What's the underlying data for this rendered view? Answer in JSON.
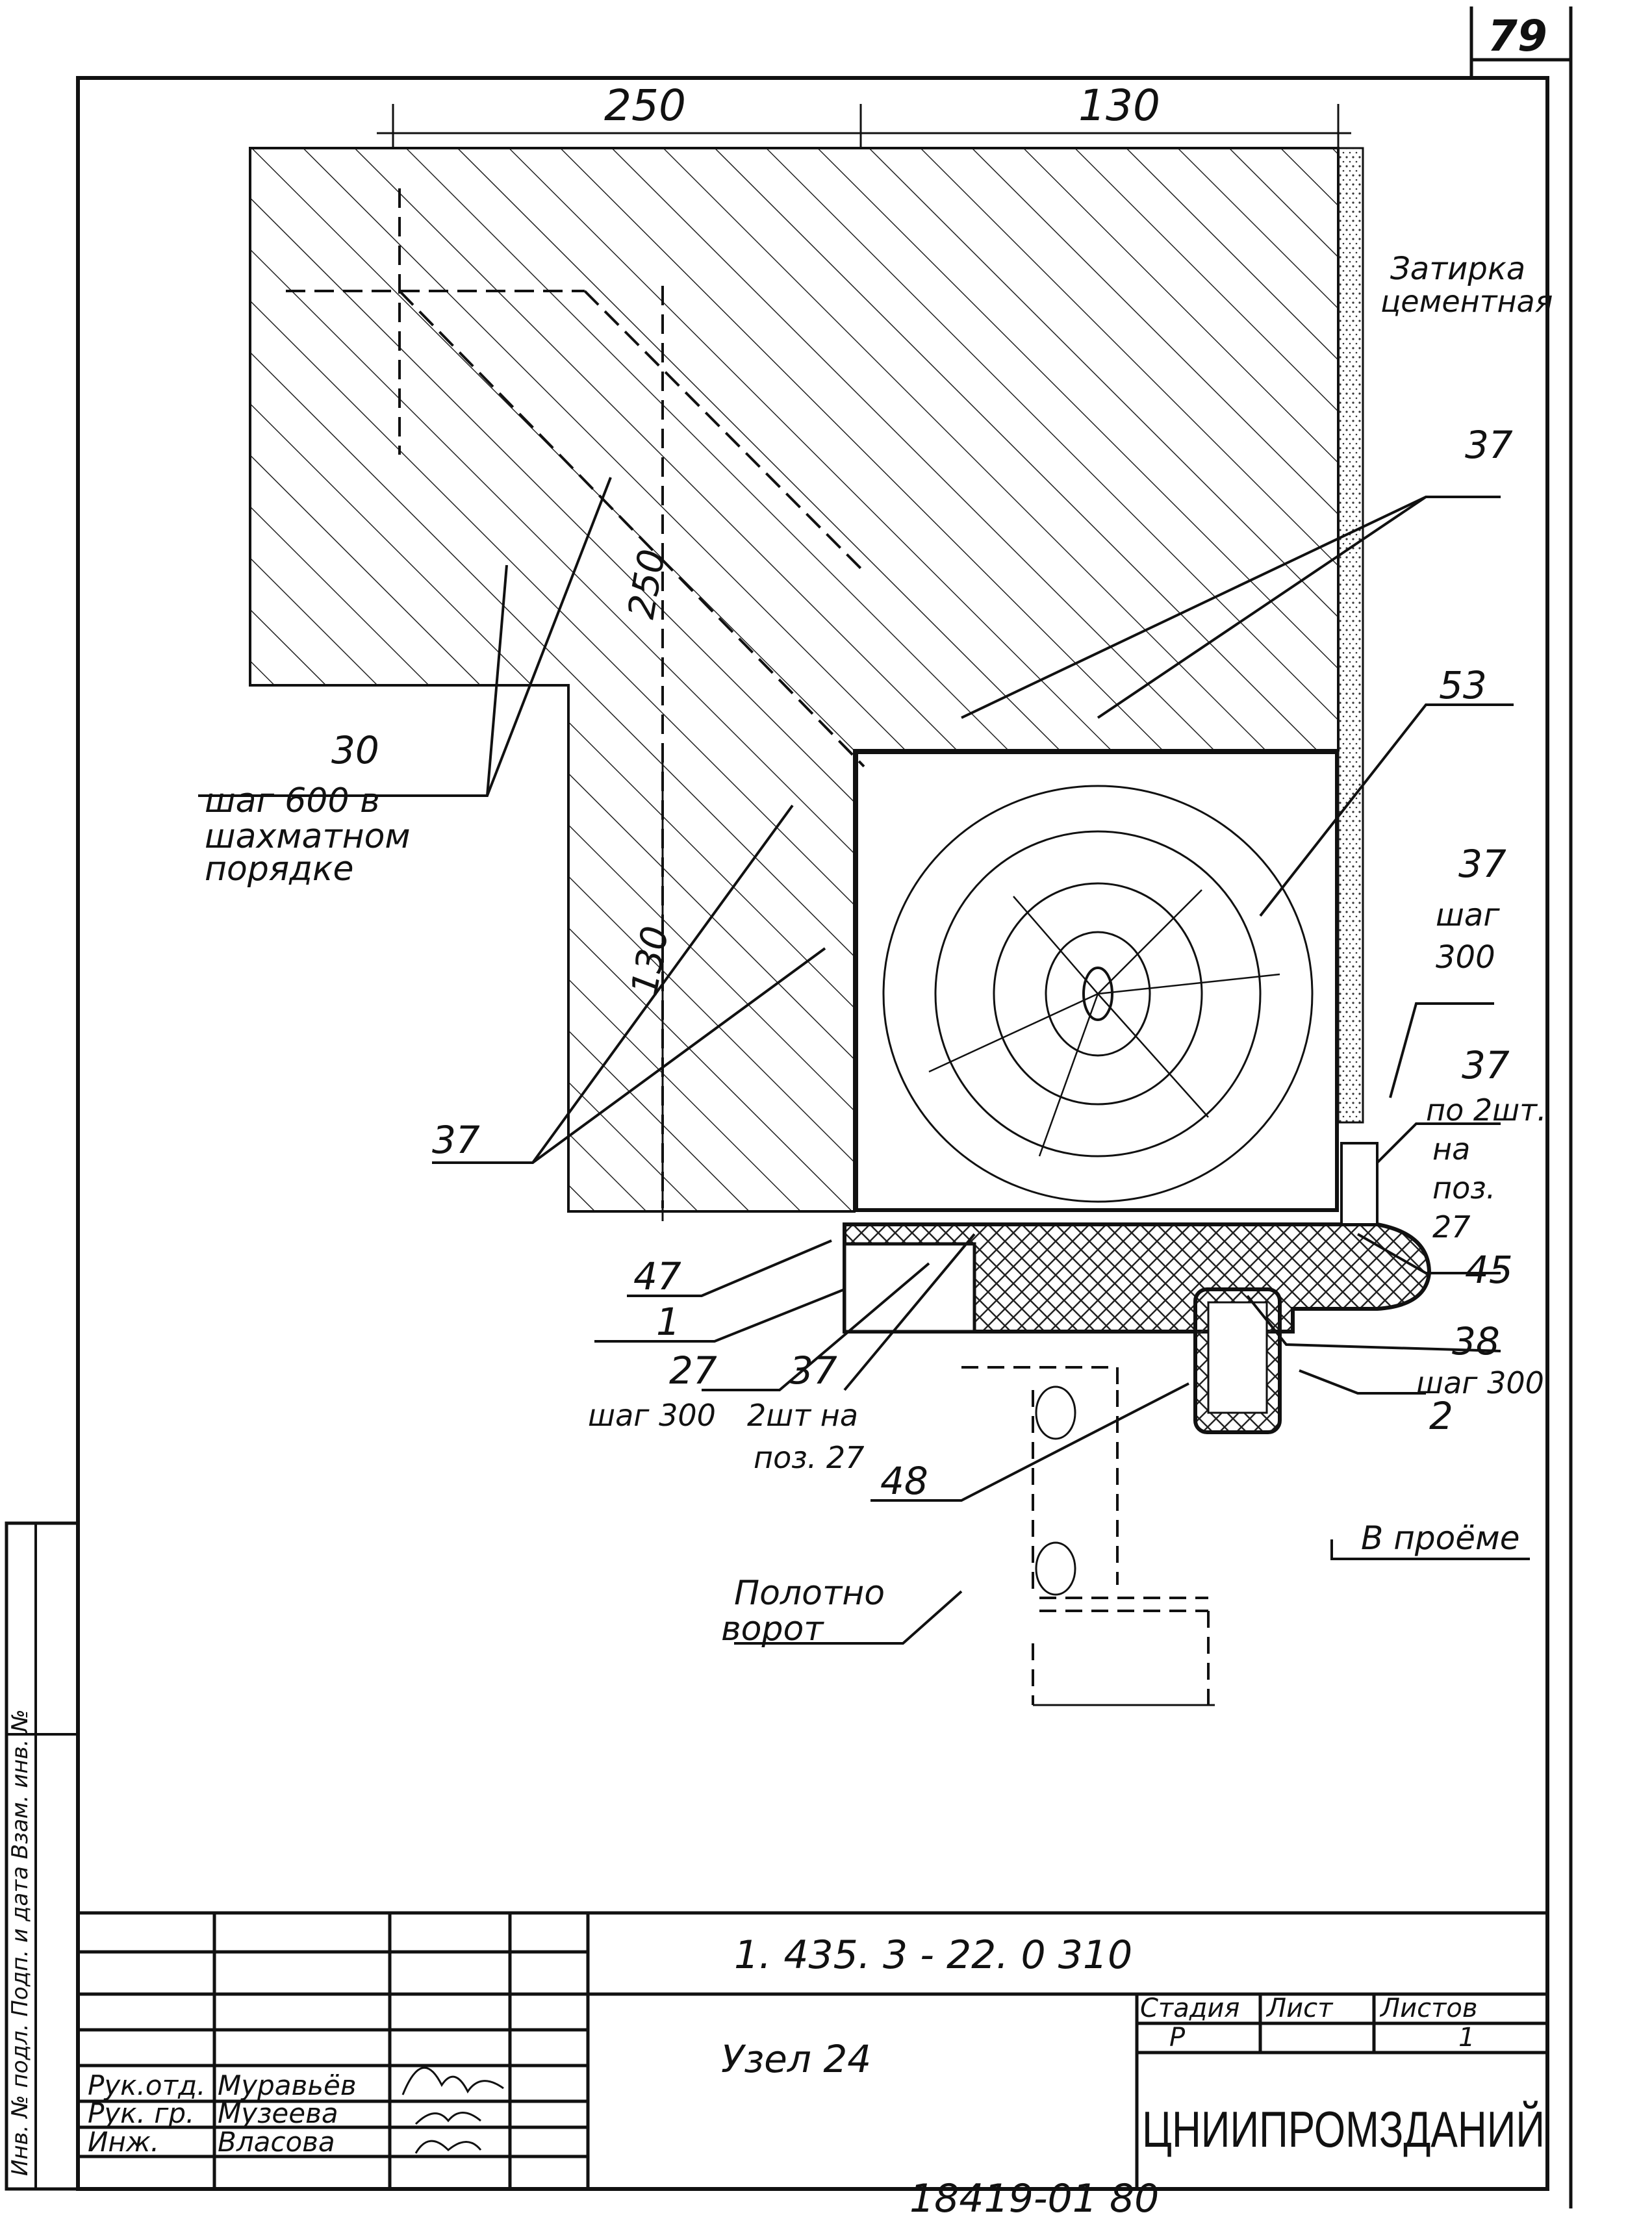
{
  "sheet": {
    "page_number": "79",
    "bottom_code": "18419-01  80"
  },
  "dimensions": {
    "top_left": "250",
    "top_right": "130",
    "diag_250": "250",
    "vert_130": "130"
  },
  "callouts": {
    "zatirka_line1": "Затирка",
    "zatirka_line2": "цементная",
    "c37_top": "37",
    "c53": "53",
    "c37_shag300_num": "37",
    "c37_shag300_txt1": "шаг",
    "c37_shag300_txt2": "300",
    "c37_2sht_num": "37",
    "c37_2sht_txt1": "по 2шт.",
    "c37_2sht_txt2": "на",
    "c37_2sht_txt3": "поз.",
    "c37_2sht_txt4": "27",
    "c45": "45",
    "c38": "38",
    "c38_txt": "шаг 300",
    "c2": "2",
    "c30": "30",
    "c30_txt1": "шаг  600  в",
    "c30_txt2": "шахматном",
    "c30_txt3": "порядке",
    "c37_left": "37",
    "c47": "47",
    "c1": "1",
    "c27": "27",
    "c27_txt": "шаг 300",
    "c37_bottom": "37",
    "c37_bottom_txt1": "2шт на",
    "c37_bottom_txt2": "поз. 27",
    "c48": "48",
    "vproyom": "В проёме",
    "polotno1": "Полотно",
    "polotno2": "ворот"
  },
  "title_block": {
    "doc_code": "1. 435. 3  -  22. 0   310",
    "sheet_name": "Узел 24",
    "stage_header": "Стадия",
    "sheet_header": "Лист",
    "sheets_header": "Листов",
    "stage_value": "Р",
    "sheets_value": "1",
    "organization": "ЦНИИПРОМЗДАНИЙ",
    "signatures": [
      {
        "role": "Рук.отд.",
        "name": "Муравьёв"
      },
      {
        "role": "Рук. гр.",
        "name": "Музеева"
      },
      {
        "role": "Инж.",
        "name": "Власова"
      }
    ]
  },
  "side_strip": {
    "text": "Инв. № подл.    Подп. и дата    Взам. инв. №"
  }
}
